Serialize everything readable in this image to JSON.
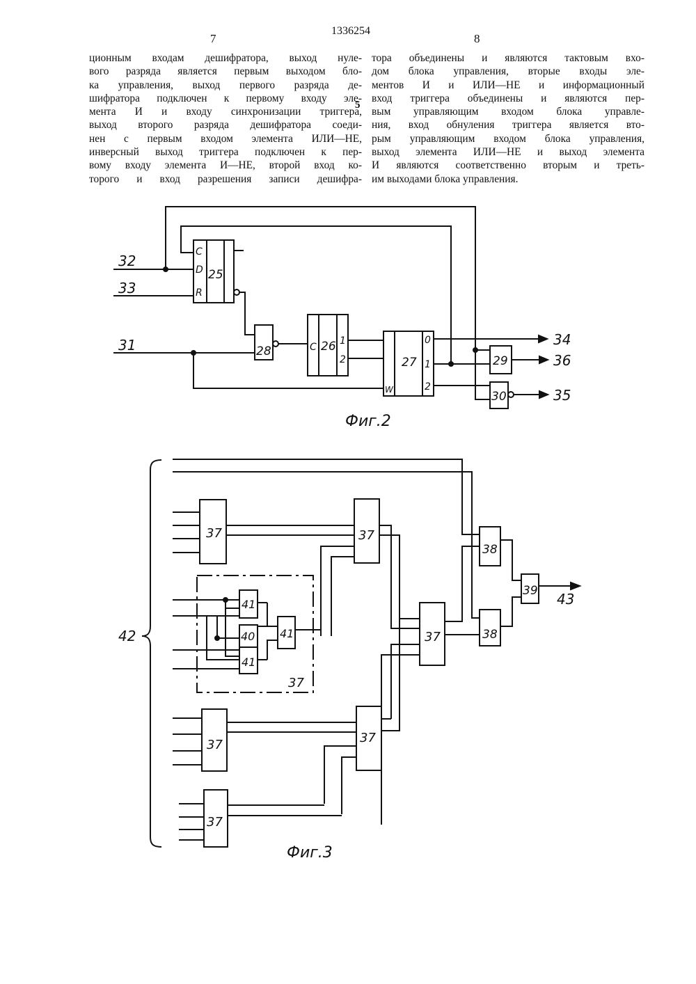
{
  "header": {
    "doc_number": "1336254",
    "page_left": "7",
    "page_right": "8",
    "line_marker": "5"
  },
  "text": {
    "left_lines": [
      "ционным входам дешифратора, выход нуле-",
      "вого разряда является первым выходом бло-",
      "ка управления, выход первого разряда де-",
      "шифратора подключен к первому входу эле-",
      "мента И и входу синхронизации триггера,",
      "выход второго разряда дешифратора соеди-",
      "нен с первым входом элемента ИЛИ—НЕ,",
      "инверсный выход триггера подключен к пер-",
      "вому входу элемента И—НЕ, второй вход ко-",
      "торого и вход разрешения записи дешифра-"
    ],
    "right_lines": [
      "тора объединены и являются тактовым вхо-",
      "дом блока управления, вторые входы эле-",
      "ментов И и ИЛИ—НЕ и информационный",
      "вход триггера объединены и являются пер-",
      "вым управляющим входом блока управле-",
      "ния, вход обнуления триггера является вто-",
      "рым управляющим входом блока управления,",
      "выход элемента ИЛИ—НЕ и выход элемента",
      "И являются соответственно вторым и треть-",
      "им выходами блока управления."
    ]
  },
  "fig2": {
    "caption": "Фиг.2",
    "inputs": {
      "in32": "32",
      "in33": "33",
      "in31": "31"
    },
    "outputs": {
      "out34": "34",
      "out36": "36",
      "out35": "35"
    },
    "blocks": {
      "b25": "25",
      "b26": "26",
      "b27": "27",
      "b28": "28",
      "b29": "29",
      "b30": "30"
    },
    "pins": {
      "c25": "C",
      "d25": "D",
      "r25": "R",
      "c26": "C",
      "o1_26": "1",
      "o2_26": "2",
      "o0_27": "0",
      "o1_27": "1",
      "o2_27": "2",
      "w27": "W"
    }
  },
  "fig3": {
    "caption": "Фиг.3",
    "bus_label": "42",
    "output_label": "43",
    "blocks": {
      "b37": "37",
      "b38": "38",
      "b39": "39",
      "b40": "40",
      "b41": "41"
    }
  }
}
